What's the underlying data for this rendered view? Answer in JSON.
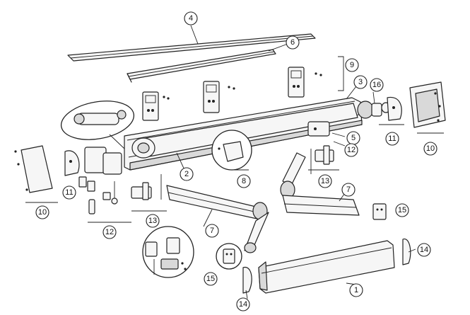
{
  "callouts": [
    {
      "id": "c4",
      "label": "4"
    },
    {
      "id": "c6",
      "label": "6"
    },
    {
      "id": "c9",
      "label": "9"
    },
    {
      "id": "c3",
      "label": "3"
    },
    {
      "id": "c16",
      "label": "16"
    },
    {
      "id": "c11r",
      "label": "11"
    },
    {
      "id": "c10r",
      "label": "10"
    },
    {
      "id": "c5",
      "label": "5"
    },
    {
      "id": "c12r",
      "label": "12"
    },
    {
      "id": "c2",
      "label": "2"
    },
    {
      "id": "c8",
      "label": "8"
    },
    {
      "id": "c13r",
      "label": "13"
    },
    {
      "id": "c7r",
      "label": "7"
    },
    {
      "id": "c15r",
      "label": "15"
    },
    {
      "id": "c14r",
      "label": "14"
    },
    {
      "id": "c11l",
      "label": "11"
    },
    {
      "id": "c10l",
      "label": "10"
    },
    {
      "id": "c12l",
      "label": "12"
    },
    {
      "id": "c13l",
      "label": "13"
    },
    {
      "id": "c7l",
      "label": "7"
    },
    {
      "id": "c15l",
      "label": "15"
    },
    {
      "id": "c14l",
      "label": "14"
    },
    {
      "id": "c1",
      "label": "1"
    }
  ]
}
